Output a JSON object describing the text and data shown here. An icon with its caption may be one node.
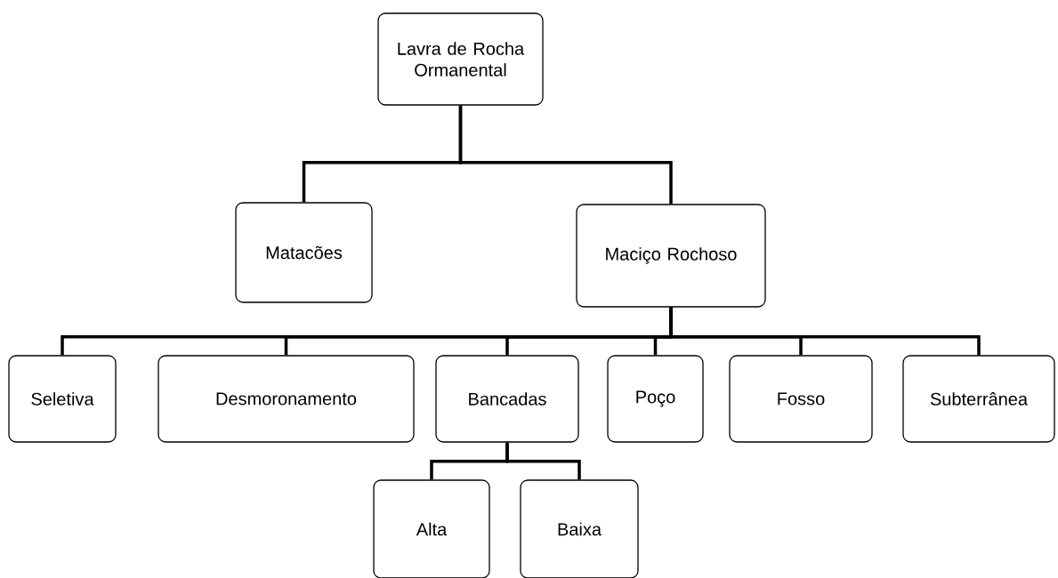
{
  "diagram": {
    "nodes": [
      {
        "text": [
          "Lavra de Rocha Ormanental"
        ]
      },
      {
        "text": [
          "Matacões"
        ]
      },
      {
        "text": [
          "Maciço Rochoso"
        ]
      },
      {
        "text": [
          "Seletiva"
        ]
      },
      {
        "text": [
          "Desmoronamento"
        ]
      },
      {
        "text": [
          "Bancadas"
        ]
      },
      {
        "text": [
          "Poço"
        ]
      },
      {
        "text": [
          "Fosso"
        ]
      },
      {
        "text": [
          "Subterrânea"
        ]
      },
      {
        "text": [
          "Alta"
        ]
      },
      {
        "text": [
          "Baixa"
        ]
      }
    ],
    "edges": [
      {
        "from": 0,
        "to": 1,
        "arrow": "none"
      },
      {
        "from": 0,
        "to": 2,
        "arrow": "none"
      },
      {
        "from": 2,
        "to": 3,
        "arrow": "none"
      },
      {
        "from": 2,
        "to": 4,
        "arrow": "none"
      },
      {
        "from": 2,
        "to": 5,
        "arrow": "none"
      },
      {
        "from": 2,
        "to": 6,
        "arrow": "none"
      },
      {
        "from": 2,
        "to": 7,
        "arrow": "none"
      },
      {
        "from": 2,
        "to": 8,
        "arrow": "none"
      },
      {
        "from": 5,
        "to": 9,
        "arrow": "none"
      },
      {
        "from": 5,
        "to": 10,
        "arrow": "none"
      }
    ]
  }
}
